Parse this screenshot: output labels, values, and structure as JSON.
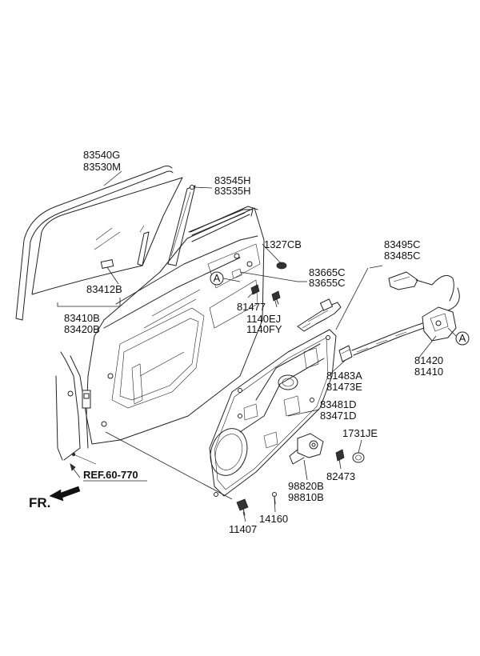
{
  "part_labels": {
    "p83540G": "83540G",
    "p83530M": "83530M",
    "p83545H": "83545H",
    "p83535H": "83535H",
    "p1327CB": "1327CB",
    "p83495C": "83495C",
    "p83485C": "83485C",
    "p83665C": "83665C",
    "p83655C": "83655C",
    "p83412B": "83412B",
    "p81477": "81477",
    "p1140EJ": "1140EJ",
    "p1140FY": "1140FY",
    "p83410B": "83410B",
    "p83420B": "83420B",
    "p81420": "81420",
    "p81410": "81410",
    "p81483A": "81483A",
    "p81473E": "81473E",
    "p83481D": "83481D",
    "p83471D": "83471D",
    "p1731JE": "1731JE",
    "p82473": "82473",
    "p98820B": "98820B",
    "p98810B": "98810B",
    "p14160": "14160",
    "p11407": "11407"
  },
  "callouts": {
    "a_left": "A",
    "a_right": "A"
  },
  "reference": "REF.60-770",
  "front_marker": "FR."
}
